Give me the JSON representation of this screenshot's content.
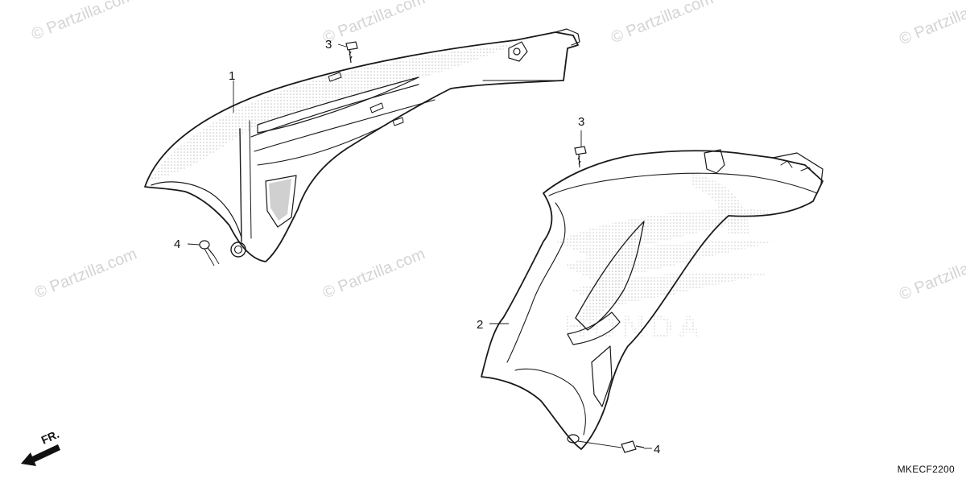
{
  "watermark_text": "© Partzilla.com",
  "callouts": {
    "part1": "1",
    "part2": "2",
    "part3_upper": "3",
    "part3_lower": "3",
    "part4_upper": "4",
    "part4_lower": "4"
  },
  "front_indicator": "FR.",
  "diagram_code": "MKECF2200",
  "logo_text": "HONDA",
  "colors": {
    "line": "#1a1a1a",
    "dots": "#c8c8c8",
    "watermark": "#d4d4d4"
  },
  "icons": {
    "front": "arrow-left-down-icon"
  }
}
